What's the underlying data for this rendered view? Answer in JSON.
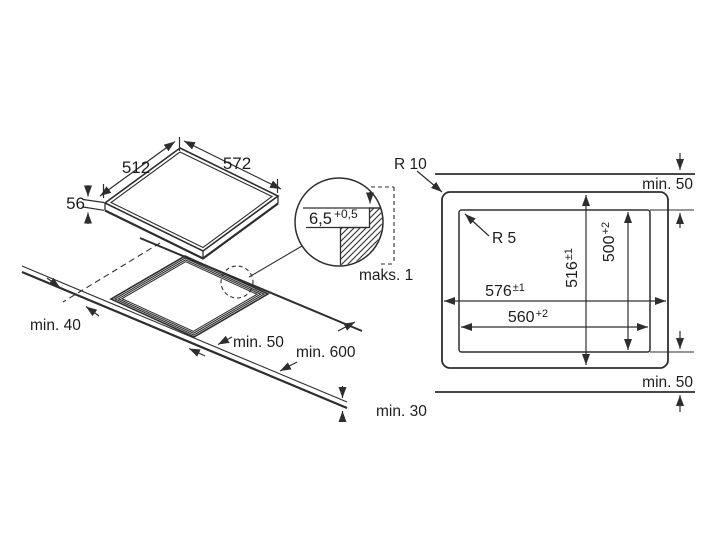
{
  "colors": {
    "line": "#2e2e2e",
    "text": "#1d1d1d",
    "background": "#ffffff"
  },
  "isometric_view": {
    "hob_width_mm": "512",
    "hob_depth_mm": "572",
    "hob_height_mm": "56",
    "clearance_left_label": "min. 40",
    "clearance_front_label": "min. 50",
    "worktop_depth_label": "min. 600",
    "worktop_thickness_label": "min. 30"
  },
  "detail_view": {
    "step_depth_value": "6,5",
    "step_depth_tolerance": "+0,5",
    "max_gap_label": "maks. 1"
  },
  "plan_view": {
    "outer_corner_radius_label": "R 10",
    "cutout_corner_radius_label": "R 5",
    "rear_clearance_label": "min. 50",
    "front_clearance_label": "min. 50",
    "hob_width_value": "576",
    "hob_width_tolerance": "±1",
    "cutout_width_value": "560",
    "cutout_width_tolerance": "+2",
    "hob_depth_value": "516",
    "hob_depth_tolerance": "±1",
    "cutout_depth_value": "500",
    "cutout_depth_tolerance": "+2"
  }
}
